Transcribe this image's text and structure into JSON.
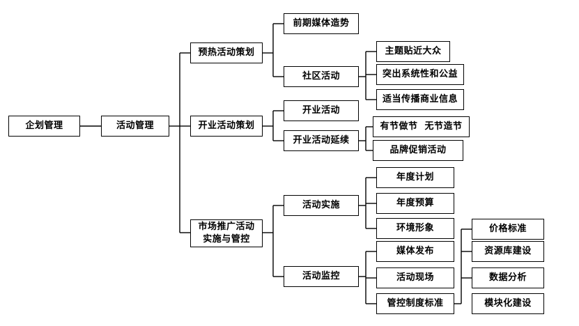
{
  "diagram": {
    "root": "企划管理",
    "level1": "活动管理",
    "branches": [
      {
        "label": "预热活动策划",
        "children": [
          {
            "label": "前期媒体造势"
          },
          {
            "label": "社区活动",
            "children": [
              "主题贴近大众",
              "突出系统性和公益",
              "适当传播商业信息"
            ]
          }
        ]
      },
      {
        "label": "开业活动策划",
        "children": [
          {
            "label": "开业活动"
          },
          {
            "label": "开业活动延续",
            "children": [
              "有节做节  无节造节",
              "品牌促销活动"
            ]
          }
        ]
      },
      {
        "label": "市场推广活动\n实施与管控",
        "children": [
          {
            "label": "活动实施",
            "children": [
              "年度计划",
              "年度预算",
              "环境形象"
            ]
          },
          {
            "label": "活动监控",
            "children": [
              "媒体发布",
              "活动现场",
              "管控制度标准"
            ]
          }
        ]
      }
    ],
    "standard_children": [
      "价格标准",
      "资源库建设",
      "数据分析",
      "模块化建设"
    ]
  }
}
